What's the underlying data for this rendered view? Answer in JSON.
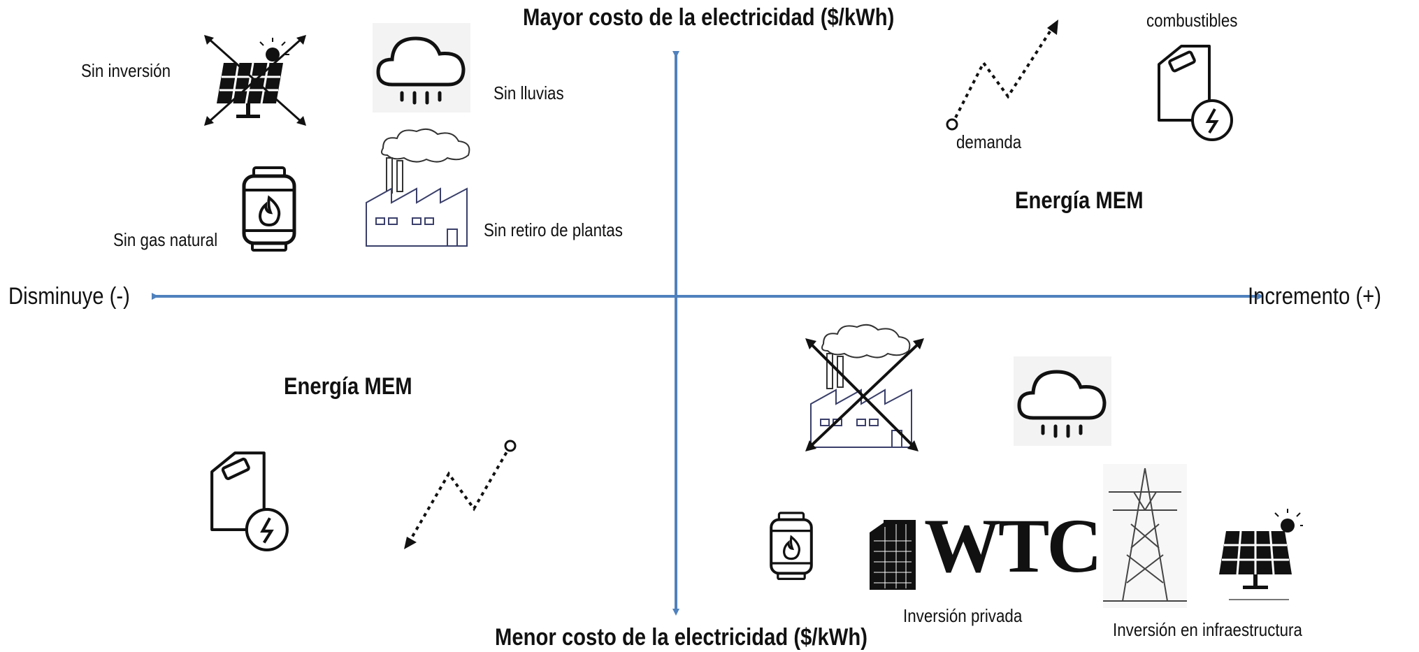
{
  "axes": {
    "top": "Mayor costo de la electricidad ($/kWh)",
    "bottom": "Menor costo de la electricidad ($/kWh)",
    "left": "Disminuye (-)",
    "right": "Incremento (+)"
  },
  "top_left": {
    "no_investment": "Sin inversión",
    "no_rain": "Sin lluvias",
    "no_gas": "Sin gas natural",
    "no_plant_retirement": "Sin retiro de plantas"
  },
  "top_right": {
    "fuels": "combustibles",
    "demand": "demanda",
    "energy": "Energía MEM"
  },
  "bottom_left": {
    "energy": "Energía MEM"
  },
  "bottom_right": {
    "logo_text": "WTC",
    "private_investment": "Inversión privada",
    "infrastructure_investment": "Inversión en infraestructura"
  },
  "colors": {
    "axis": "#4f81bd",
    "ink": "#111111"
  },
  "icons": [
    "solar-panel-icon",
    "rain-cloud-icon",
    "gas-cylinder-icon",
    "factory-icon",
    "fuel-can-icon",
    "trend-arrow-icon",
    "transmission-tower-icon",
    "building-logo-icon"
  ]
}
